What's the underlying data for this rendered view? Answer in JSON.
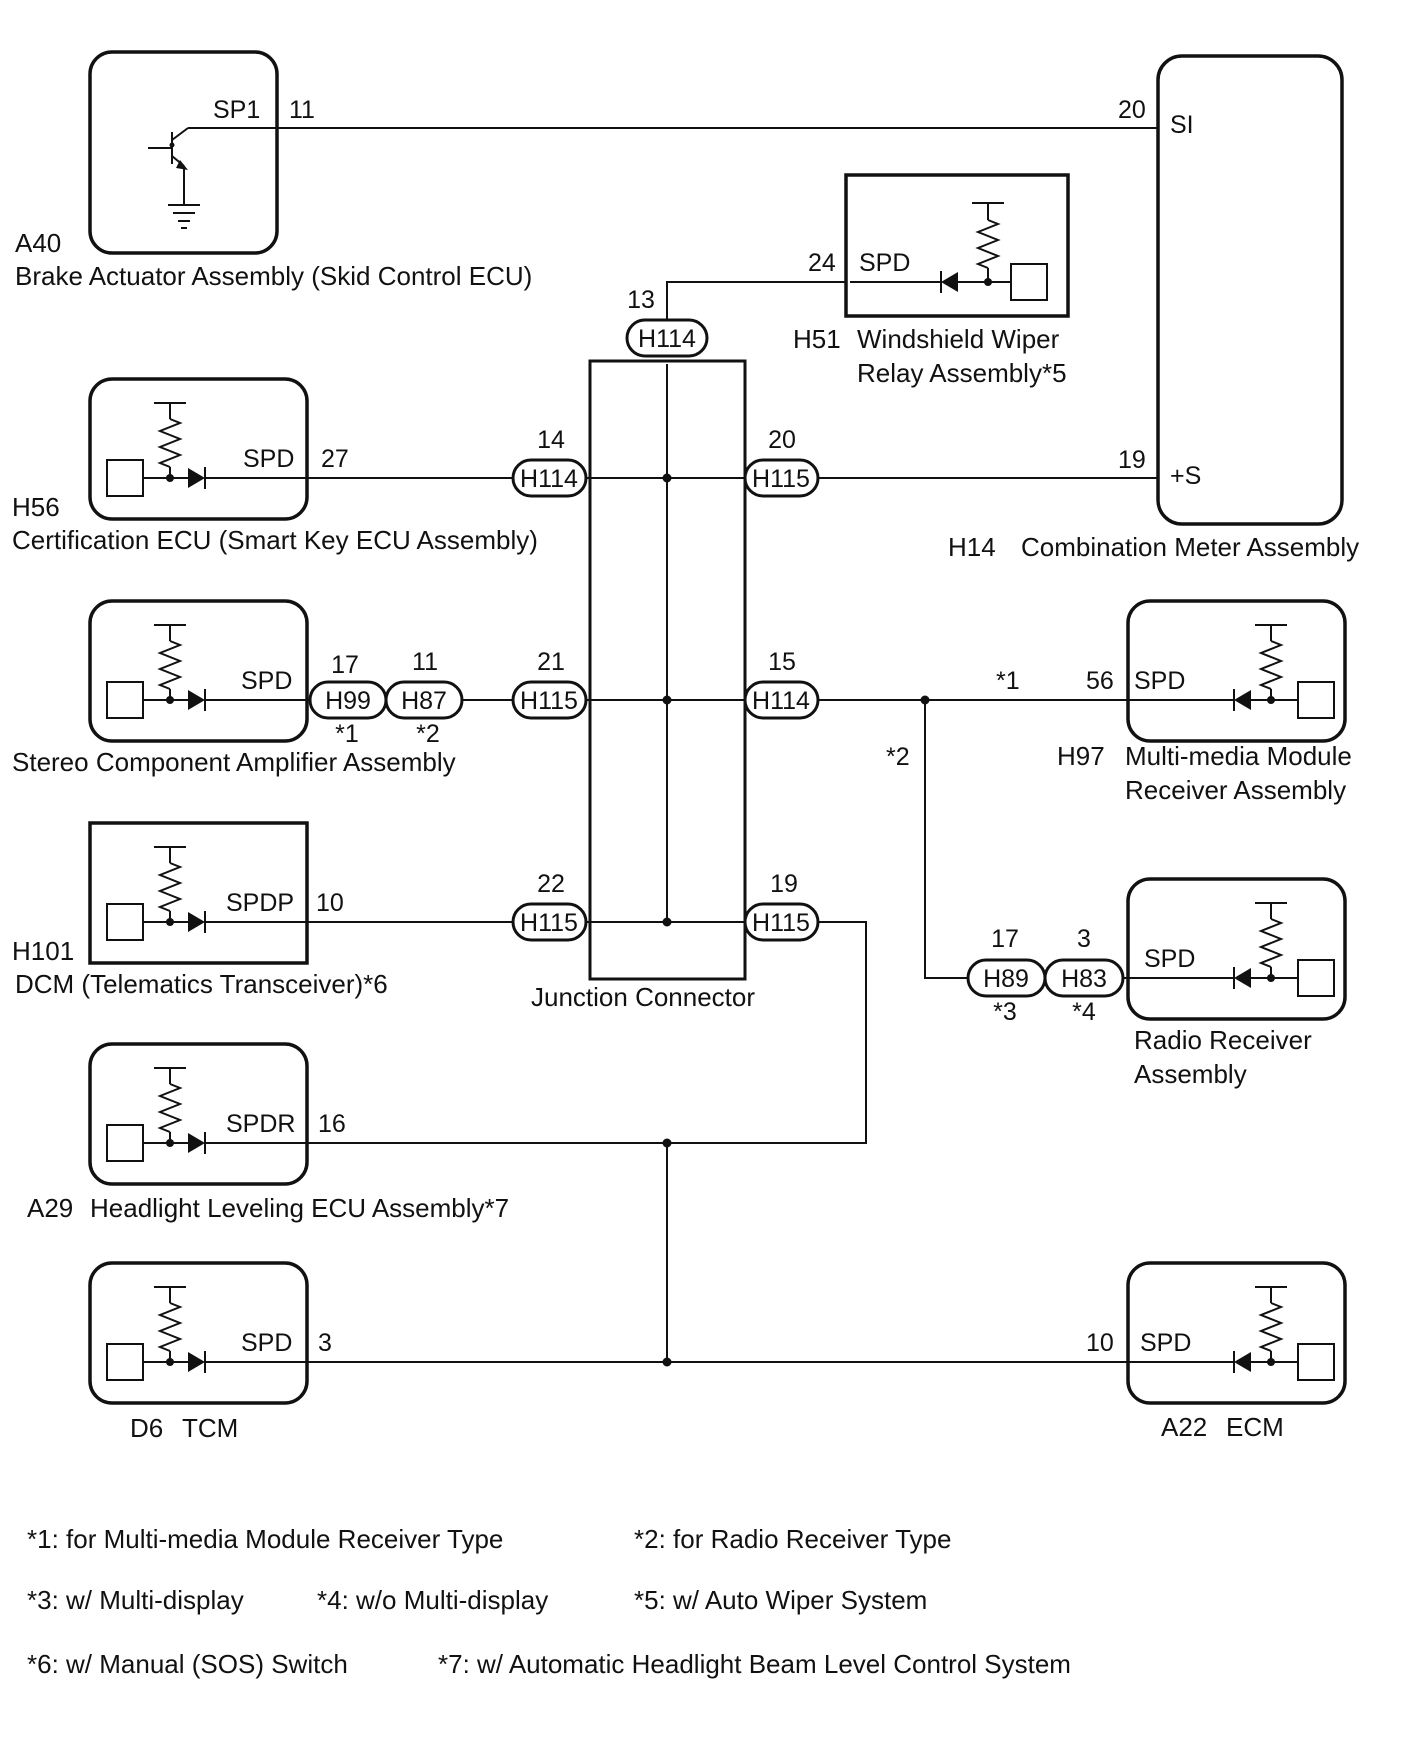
{
  "components": {
    "a40": {
      "code": "A40",
      "name": "Brake Actuator Assembly (Skid Control ECU)",
      "terminal": "SP1",
      "pin": "11"
    },
    "h56": {
      "code": "H56",
      "name": "Certification ECU (Smart Key ECU Assembly)",
      "terminal": "SPD",
      "pin": "27"
    },
    "amp": {
      "name": "Stereo Component Amplifier Assembly",
      "terminal": "SPD"
    },
    "h101": {
      "code": "H101",
      "name": "DCM (Telematics Transceiver)*6",
      "terminal": "SPDP",
      "pin": "10"
    },
    "a29": {
      "code": "A29",
      "name": "Headlight Leveling ECU Assembly*7",
      "terminal": "SPDR",
      "pin": "16"
    },
    "d6": {
      "code": "D6",
      "name": "TCM",
      "terminal": "SPD",
      "pin": "3"
    },
    "a22": {
      "code": "A22",
      "name": "ECM",
      "terminal": "SPD",
      "pin": "10"
    },
    "h14": {
      "code": "H14",
      "name": "Combination Meter Assembly",
      "terminal_si": "SI",
      "pin_si": "20",
      "terminal_s": "+S",
      "pin_s": "19"
    },
    "h51": {
      "code": "H51",
      "name_line1": "Windshield Wiper",
      "name_line2": "Relay Assembly*5",
      "terminal": "SPD",
      "pin": "24"
    },
    "h97": {
      "code": "H97",
      "name_line1": "Multi-media Module",
      "name_line2": "Receiver Assembly",
      "terminal": "SPD",
      "pin": "56"
    },
    "radio": {
      "name_line1": "Radio Receiver",
      "name_line2": "Assembly",
      "terminal": "SPD"
    },
    "junction": {
      "name": "Junction Connector"
    }
  },
  "connectors": {
    "top": {
      "label": "H114",
      "pin": "13"
    },
    "left1": {
      "label": "H114",
      "pin": "14"
    },
    "right1": {
      "label": "H115",
      "pin": "20"
    },
    "left2": {
      "label": "H115",
      "pin": "21"
    },
    "right2": {
      "label": "H114",
      "pin": "15"
    },
    "left3": {
      "label": "H115",
      "pin": "22"
    },
    "right3": {
      "label": "H115",
      "pin": "19"
    },
    "h99": {
      "label": "H99",
      "pin": "17",
      "note": "*1"
    },
    "h87": {
      "label": "H87",
      "pin": "11",
      "note": "*2"
    },
    "h89": {
      "label": "H89",
      "pin": "17",
      "note": "*3"
    },
    "h83": {
      "label": "H83",
      "pin": "3",
      "note": "*4"
    }
  },
  "branch_notes": {
    "n1": "*1",
    "n2": "*2"
  },
  "footnotes": [
    "*1: for Multi-media Module Receiver Type",
    "*2: for Radio Receiver Type",
    "*3: w/ Multi-display",
    "*4: w/o Multi-display",
    "*5: w/ Auto Wiper System",
    "*6: w/ Manual (SOS) Switch",
    "*7: w/ Automatic Headlight Beam Level Control System"
  ]
}
